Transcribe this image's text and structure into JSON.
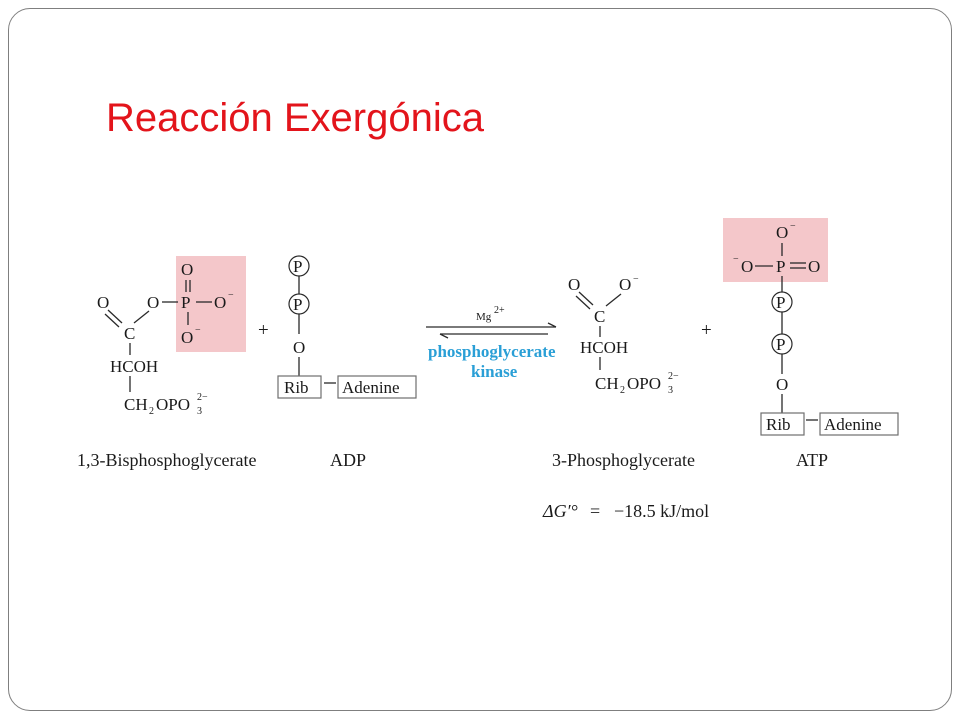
{
  "slide": {
    "title": "Reacción Exergónica"
  },
  "reaction": {
    "catalyst": "Mg",
    "catalyst_charge": "2+",
    "enzyme_line1": "phosphoglycerate",
    "enzyme_line2": "kinase",
    "plus": "+",
    "highlight_color": "#f4c7ca",
    "enzyme_color": "#2a9fd6",
    "title_color": "#e3141b",
    "delta_g": {
      "symbol": "ΔG′°",
      "equals": "=",
      "value": "−18.5 kJ/mol"
    },
    "molecules": {
      "bisphosphoglycerate": {
        "name": "1,3-Bisphosphoglycerate"
      },
      "adp": {
        "name": "ADP",
        "phosphate": "P",
        "oxygen": "O",
        "sugar": "Rib",
        "base": "Adenine"
      },
      "phosphoglycerate": {
        "name": "3-Phosphoglycerate"
      },
      "atp": {
        "name": "ATP",
        "phosphate": "P",
        "oxygen": "O",
        "sugar": "Rib",
        "base": "Adenine"
      }
    },
    "atoms": {
      "O": "O",
      "P": "P",
      "C": "C",
      "HCOH": "HCOH",
      "minus": "−",
      "ch2": "CH",
      "opo": "OPO",
      "two": "2",
      "three": "3",
      "two_minus": "2−"
    }
  }
}
